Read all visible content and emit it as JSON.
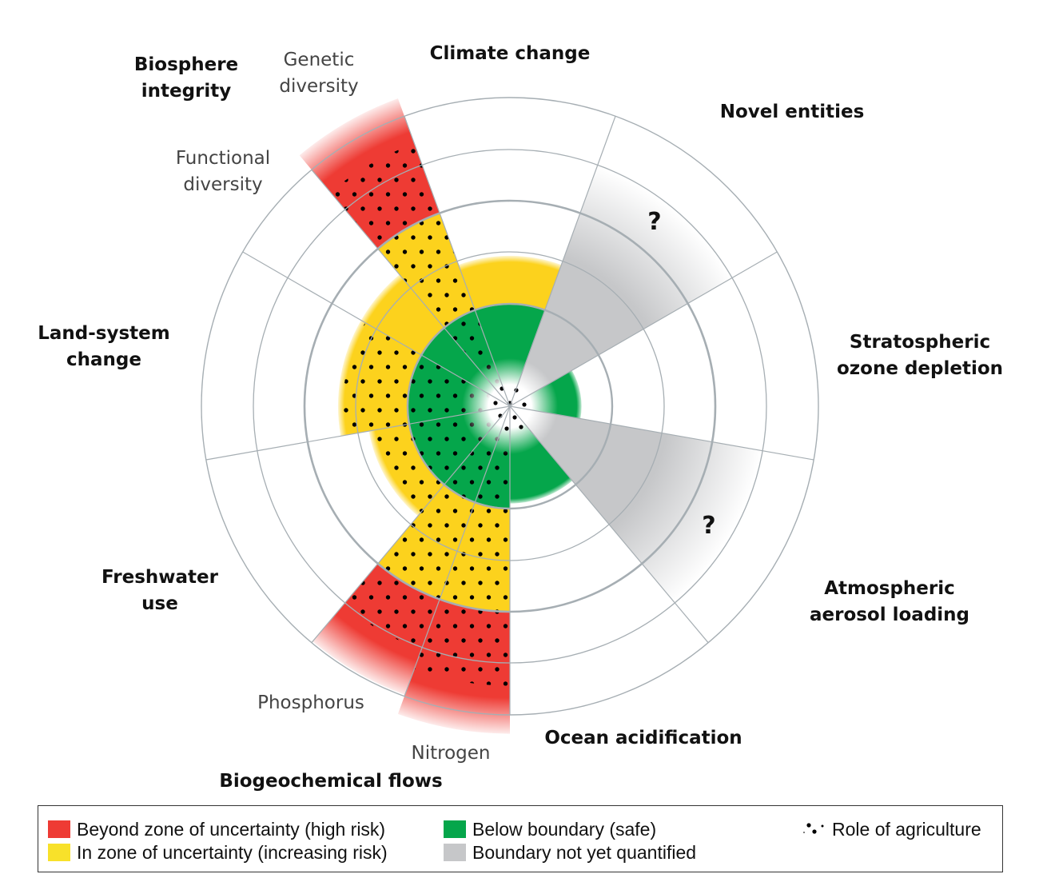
{
  "labels": {
    "climate_change": "Climate change",
    "novel_entities": "Novel entities",
    "ozone_1": "Stratospheric",
    "ozone_2": "ozone depletion",
    "aerosol_1": "Atmospheric",
    "aerosol_2": "aerosol loading",
    "ocean_acidification": "Ocean acidification",
    "nitrogen": "Nitrogen",
    "phosphorus": "Phosphorus",
    "biogeochemical_flows": "Biogeochemical flows",
    "freshwater_1": "Freshwater",
    "freshwater_2": "use",
    "land_1": "Land-system",
    "land_2": "change",
    "functional_1": "Functional",
    "functional_2": "diversity",
    "biosphere_1": "Biosphere",
    "biosphere_2": "integrity",
    "genetic_1": "Genetic",
    "genetic_2": "diversity",
    "unknown_mark": "?"
  },
  "legend": {
    "high_risk": "Beyond zone of uncertainty (high risk)",
    "increasing_risk": "In zone of uncertainty (increasing risk)",
    "safe": "Below boundary (safe)",
    "not_quantified": "Boundary not yet quantified",
    "agriculture": "Role of agriculture"
  },
  "colors": {
    "red": "#ee3b34",
    "yellow": "#fcd21d",
    "green": "#05a64b",
    "gray": "#c6c7c9",
    "grid": "#a6aeb3"
  },
  "sectors": [
    {
      "id": "climate_change",
      "status": "increasing_risk",
      "level": 1.47,
      "agriculture": false
    },
    {
      "id": "novel_entities",
      "status": "not_quantified",
      "level": 2.5,
      "agriculture": false
    },
    {
      "id": "ozone",
      "status": "safe",
      "level": 0.7,
      "agriculture": false
    },
    {
      "id": "aerosol",
      "status": "not_quantified",
      "level": 2.5,
      "agriculture": false
    },
    {
      "id": "ocean_acidification",
      "status": "safe",
      "level": 0.95,
      "agriculture": false
    },
    {
      "id": "nitrogen",
      "status": "high_risk",
      "level": 3.2,
      "agriculture": true
    },
    {
      "id": "phosphorus",
      "status": "high_risk",
      "level": 3.0,
      "agriculture": true
    },
    {
      "id": "freshwater",
      "status": "increasing_risk",
      "level": 1.4,
      "agriculture": true
    },
    {
      "id": "land_system",
      "status": "increasing_risk",
      "level": 1.68,
      "agriculture": true
    },
    {
      "id": "functional_diversity",
      "status": "increasing_risk",
      "level": 1.68,
      "agriculture": false
    },
    {
      "id": "genetic_diversity",
      "status": "high_risk",
      "level": 3.2,
      "agriculture": true
    }
  ]
}
